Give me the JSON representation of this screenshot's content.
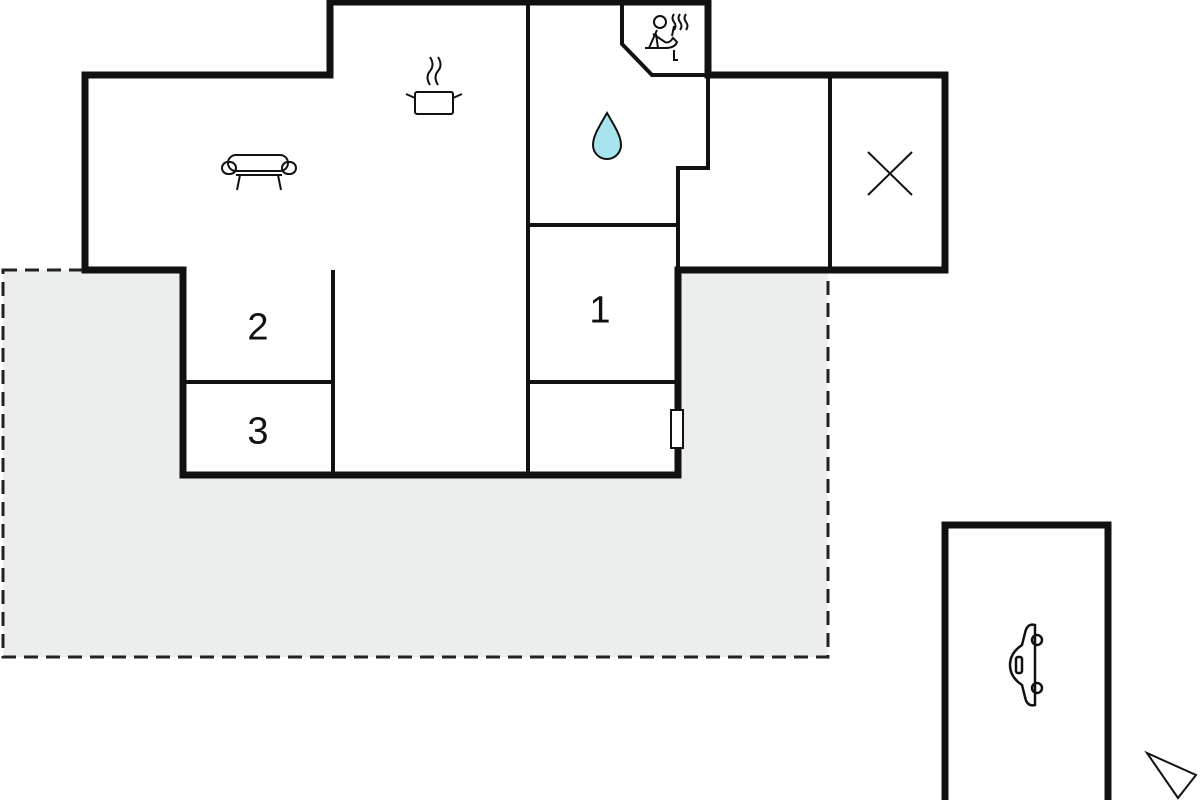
{
  "rooms": {
    "bedroom_1": "1",
    "bedroom_2": "2",
    "bedroom_3": "3"
  },
  "icons": [
    "sofa-icon",
    "cooking-pot-icon",
    "water-drop-icon",
    "sauna-icon",
    "cross-icon",
    "car-icon",
    "north-arrow-icon"
  ],
  "colors": {
    "wall": "#111111",
    "terrace": "#eceeee",
    "water": "#a8e4ee"
  }
}
